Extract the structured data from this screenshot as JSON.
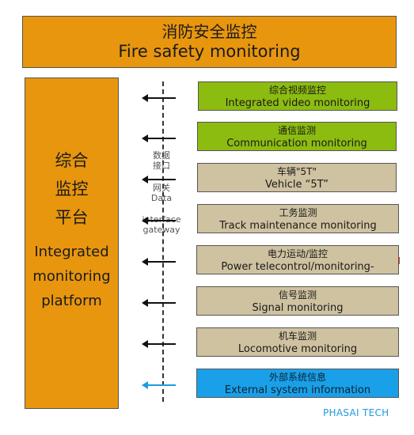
{
  "header": {
    "title_zh": "消防安全监控",
    "title_en": "Fire safety monitoring"
  },
  "platform": {
    "zh_lines": [
      "综合",
      "监控",
      "平台"
    ],
    "en_lines": [
      "Integrated",
      "monitoring",
      "platform"
    ]
  },
  "gateway": {
    "zh1": "数据",
    "zh2": "接口",
    "zh3": "网关",
    "en1": "Data",
    "en2": "interface",
    "en3": "gateway"
  },
  "subsystems": [
    {
      "zh": "综合视频监控",
      "en": "Integrated video monitoring"
    },
    {
      "zh": "通信监测",
      "en": "Communication monitoring"
    },
    {
      "zh": "车辆\"5T\"",
      "en": "Vehicle “5T”"
    },
    {
      "zh": "工务监测",
      "en": "Track maintenance monitoring"
    },
    {
      "zh": "电力运动/监控",
      "en": "Power telecontrol/monitoring-"
    },
    {
      "zh": "信号监测",
      "en": "Signal monitoring"
    },
    {
      "zh": "机车监测",
      "en": "Locomotive monitoring"
    },
    {
      "zh": "外部系统信息",
      "en": "External system information"
    }
  ],
  "colors": {
    "orange": "#e8960e",
    "green": "#8cbc10",
    "tan": "#cfc2a0",
    "blue": "#1aa0e8",
    "arrow_dark": "#111111",
    "arrow_blue": "#1e9be0"
  },
  "watermark": "PHASAI TECH"
}
